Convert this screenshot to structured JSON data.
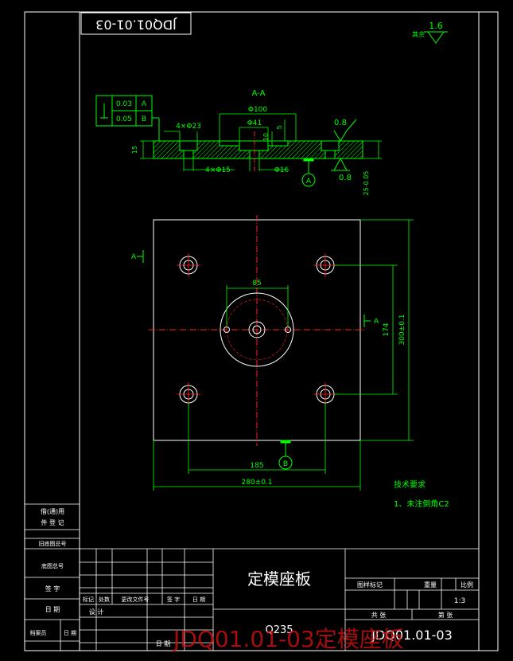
{
  "header": {
    "drawing_no_rotated": "JDQ01.01-03"
  },
  "roughness": {
    "general_value": "1.6",
    "general_label": "其余",
    "top_face": "0.8",
    "bottom_face": "0.8"
  },
  "section_view": {
    "title": "A-A",
    "tolerance_frame": [
      {
        "value": "0.03",
        "datum": "A"
      },
      {
        "value": "0.05",
        "datum": "B"
      }
    ],
    "dims": {
      "d100": "Φ100",
      "d41": "Φ41",
      "d10": "10",
      "d5": "5",
      "d15": "15",
      "holes_23": "4×Φ23",
      "holes_15": "4×Φ15",
      "d16": "Φ16",
      "thickness": "25-0.05"
    },
    "datum_label": "A"
  },
  "plan_view": {
    "section_marker": "A",
    "dims": {
      "d85": "85",
      "d174": "174",
      "d300": "300±0.1",
      "d185": "185",
      "d280": "280±0.1"
    },
    "datum_label": "B"
  },
  "tech_requirements": {
    "title": "技术要求",
    "item1": "1、未注倒角C2"
  },
  "left_block": {
    "r1": "借(通)用",
    "r1b": "件 登 记",
    "r2": "旧底图总号",
    "r3": "底图总号",
    "r4": "签  字",
    "r5": "日  期",
    "r6": "档案员",
    "r6b": "日 期"
  },
  "title_block": {
    "part_name": "定模座板",
    "material": "Q235",
    "drawing_no": "JDQ01.01-03",
    "stage_mark": "图样标记",
    "weight": "重量",
    "scale_label": "比例",
    "scale": "1:3",
    "sheets_total": "共  张",
    "sheet_no": "第  张",
    "mark": "标记",
    "count": "处数",
    "change_doc": "更改文件号",
    "signature": "签 字",
    "date": "日 期",
    "designer": "设 计",
    "date2": "日 期"
  },
  "watermark": {
    "text": "JDQ01.01-03定模座板"
  },
  "colors": {
    "green": "#00ff00",
    "red": "#ff2020",
    "white": "#ffffff",
    "background": "#000000"
  }
}
